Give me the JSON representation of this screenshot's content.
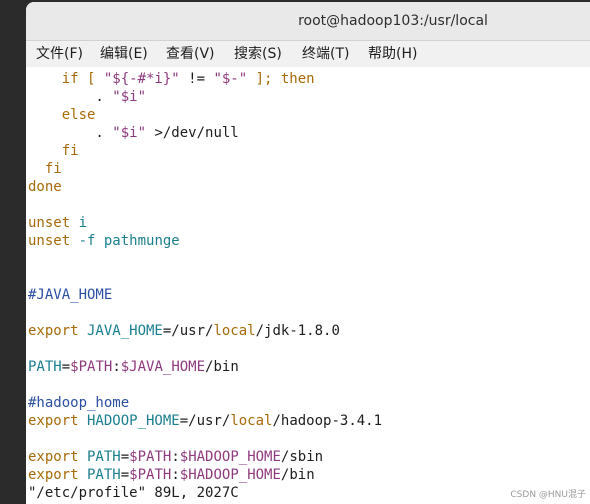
{
  "window": {
    "title": "root@hadoop103:/usr/local"
  },
  "menu": {
    "file": "文件(F)",
    "edit": "编辑(E)",
    "view": "查看(V)",
    "search": "搜索(S)",
    "terminal": "终端(T)",
    "help": "帮助(H)"
  },
  "lines": {
    "l1": {
      "a": "    if [ ",
      "b": "\"${-#*i}\"",
      "c": " != ",
      "d": "\"$-\"",
      "e": " ]; then"
    },
    "l2": {
      "a": "        . ",
      "b": "\"$i\""
    },
    "l3": {
      "a": "    else"
    },
    "l4": {
      "a": "        . ",
      "b": "\"$i\"",
      "c": " >/dev/null"
    },
    "l5": {
      "a": "    fi"
    },
    "l6": {
      "a": "  fi"
    },
    "l7": {
      "a": "done"
    },
    "l8": {
      "a": "unset",
      "b": " i"
    },
    "l9": {
      "a": "unset",
      "b": " -f",
      "c": " pathmunge"
    },
    "l10": {
      "a": "#JAVA_HOME"
    },
    "l11": {
      "a": "export",
      "b": " JAVA_HOME",
      "c": "=/usr/",
      "d": "local",
      "e": "/jdk-1.8.0"
    },
    "l12": {
      "a": "PATH",
      "b": "=",
      "c": "$PATH",
      "d": ":",
      "e": "$JAVA_HOME",
      "f": "/bin"
    },
    "l13": {
      "a": "#hadoop_home"
    },
    "l14": {
      "a": "export",
      "b": " HADOOP_HOME",
      "c": "=/usr/",
      "d": "local",
      "e": "/hadoop-3.4.1"
    },
    "l15": {
      "a": "export",
      "b": " PATH",
      "c": "=",
      "d": "$PATH",
      "e": ":",
      "f": "$HADOOP_HOME",
      "g": "/sbin"
    },
    "l16": {
      "a": "export",
      "b": " PATH",
      "c": "=",
      "d": "$PATH",
      "e": ":",
      "f": "$HADOOP_HOME",
      "g": "/bin"
    }
  },
  "status": "\"/etc/profile\" 89L, 2027C",
  "watermark": "CSDN @HNU混子"
}
